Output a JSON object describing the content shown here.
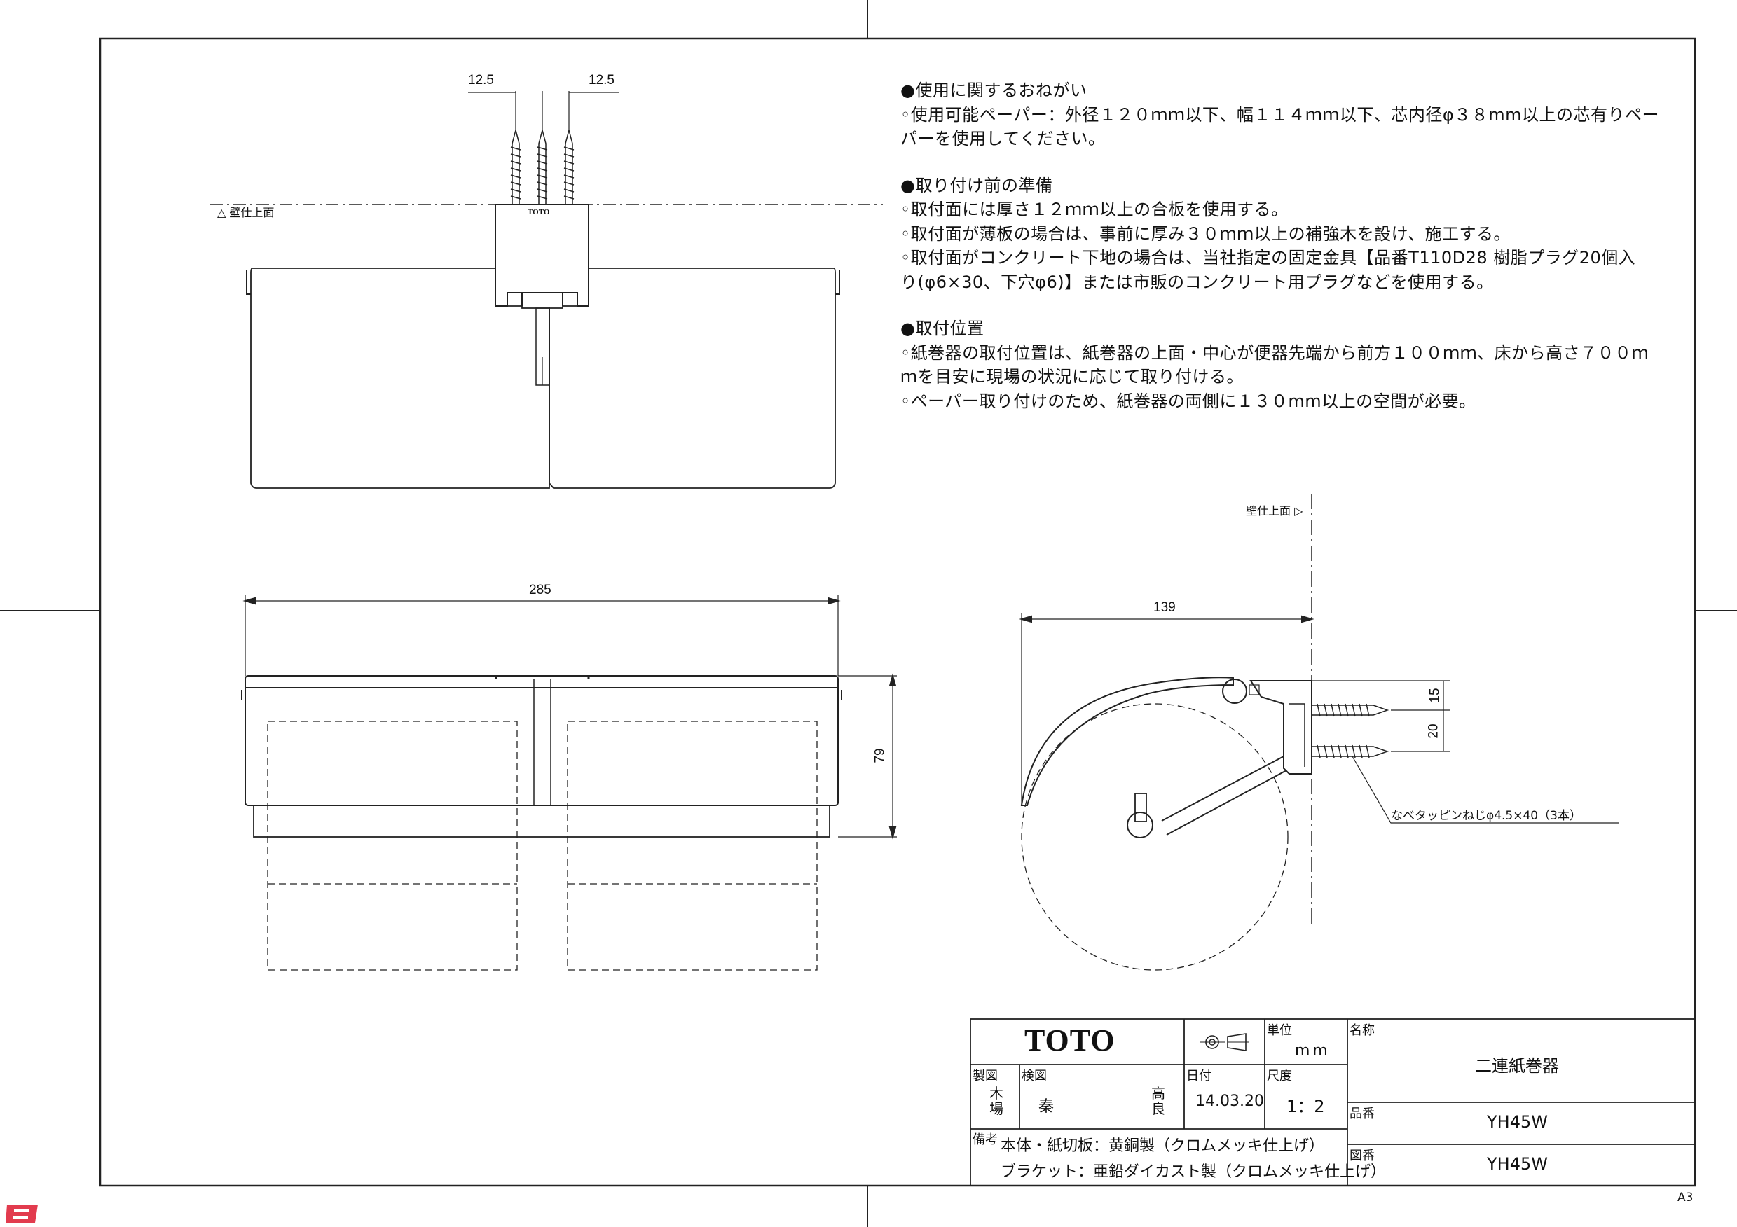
{
  "notes": {
    "usage_heading": "●使用に関するおねがい",
    "usage_lines": [
      "◦使用可能ペーパー：外径１２０ｍｍ以下、幅１１４ｍｍ以下、芯内径φ３８mm以上の芯有りペー",
      "パーを使用してください。"
    ],
    "prep_heading": "●取り付け前の準備",
    "prep_lines": [
      "◦取付面には厚さ１２ｍｍ以上の合板を使用する。",
      "◦取付面が薄板の場合は、事前に厚み３０ｍｍ以上の補強木を設け、施工する。",
      "◦取付面がコンクリート下地の場合は、当社指定の固定金具【品番T110D28 樹脂プラグ20個入",
      "り(φ6×30、下穴φ6)】または市販のコンクリート用プラグなどを使用する。"
    ],
    "pos_heading": "●取付位置",
    "pos_lines": [
      "◦紙巻器の取付位置は、紙巻器の上面・中心が便器先端から前方１００ｍｍ、床から高さ７００ｍ",
      "ｍを目安に現場の状況に応じて取り付ける。",
      "◦ペーパー取り付けのため、紙巻器の両側に１３０mm以上の空間が必要。"
    ]
  },
  "dimensions": {
    "screw_left": "12.5",
    "screw_right": "12.5",
    "width": "285",
    "height": "79",
    "depth": "139",
    "screw_top": "15",
    "screw_gap": "20"
  },
  "labels": {
    "wall_left": "△ 壁仕上面",
    "wall_right": "壁仕上面 ▷",
    "bracket_logo": "TOTO",
    "screw_note": "なべタッピンねじφ4.5×40（3本）"
  },
  "title_block": {
    "brand": "TOTO",
    "unit_label": "単位",
    "unit_value": "mm",
    "name_label": "名称",
    "name_value": "二連紙巻器",
    "made_label": "製図",
    "made_value": "木\n場",
    "check_label": "検図",
    "check_value_1": "秦",
    "check_value_2": "高\n良",
    "date_label": "日付",
    "date_value": "14.03.20",
    "scale_label": "尺度",
    "scale_value": "1：2",
    "part_label": "品番",
    "part_value": "YH45W",
    "drawing_label": "図番",
    "drawing_value": "YH45W",
    "remarks_label": "備考",
    "remarks_line1": "本体・紙切板：黄銅製（クロムメッキ仕上げ）",
    "remarks_line2": "ブラケット：亜鉛ダイカスト製（クロムメッキ仕上げ）"
  },
  "sheet_size": "A3"
}
